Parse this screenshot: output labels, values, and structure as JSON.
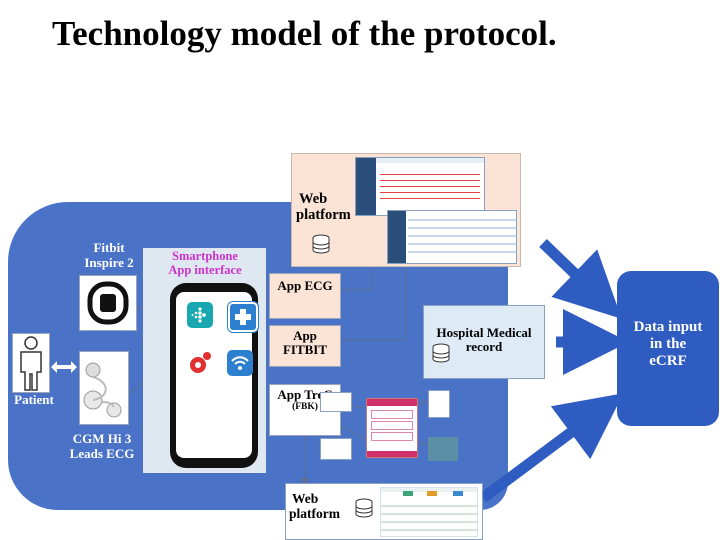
{
  "title": "Technology model of the protocol.",
  "patient": {
    "label": "Patient",
    "icon": "person-icon"
  },
  "devices": {
    "fitbit": "Fitbit Inspire 2",
    "cgm_line1": "CGM Hi 3",
    "cgm_line2": "Leads ECG"
  },
  "smartphone": {
    "label_line1": "Smartphone",
    "label_line2": "App interface",
    "label_color": "#cc33cc"
  },
  "apps": {
    "ecg": "App ECG",
    "fitbit": "App FITBIT",
    "trec": "App TreC",
    "trec_sub": "(FBK)"
  },
  "web_platform_top": {
    "line1": "Web",
    "line2": "platform",
    "icon": "database-icon"
  },
  "web_platform_bottom": {
    "line1": "Web",
    "line2": "platform",
    "icon": "database-icon"
  },
  "hospital": {
    "line1": "Hospital Medical",
    "line2": "record",
    "icon": "database-icon"
  },
  "ecrf": {
    "line1": "Data input",
    "line2": "in the",
    "line3": "eCRF"
  },
  "colors": {
    "panel": "#4A72C7",
    "ecrf": "#2F5CC0",
    "arrow": "#2F5CC0",
    "web_bg": "#FBE3D6",
    "hospital_bg": "#DEEBF7"
  }
}
